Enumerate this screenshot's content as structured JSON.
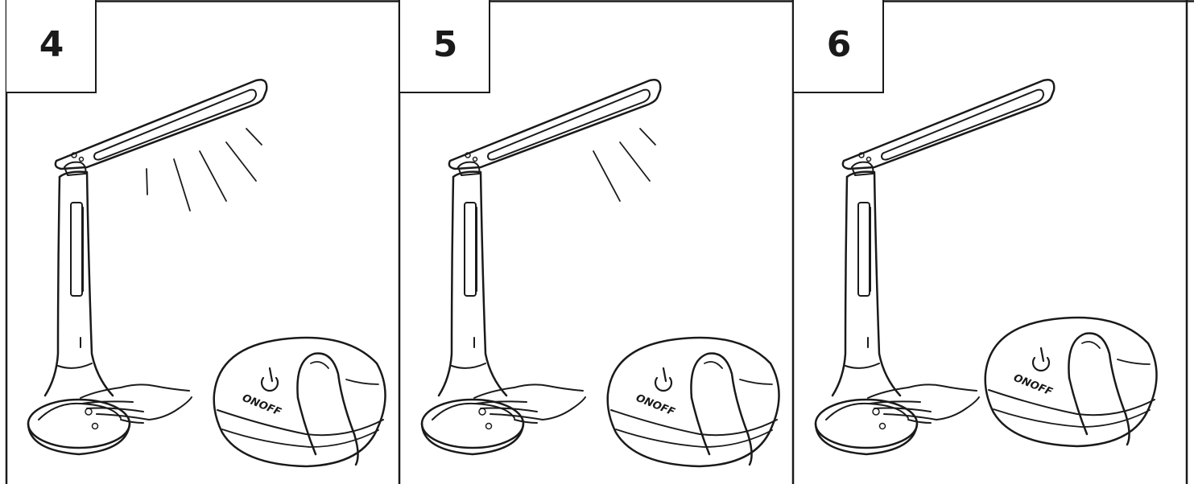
{
  "colors": {
    "line": "#1a1a1a",
    "background": "#ffffff"
  },
  "panels": [
    {
      "step": "4",
      "button_label": "ONOFF",
      "light_rays": 5,
      "icons": [
        "power-icon",
        "brightness-icon"
      ]
    },
    {
      "step": "5",
      "button_label": "ONOFF",
      "light_rays": 3,
      "icons": [
        "power-icon",
        "brightness-icon"
      ]
    },
    {
      "step": "6",
      "button_label": "ONOFF",
      "light_rays": 0,
      "icons": [
        "power-icon",
        "brightness-icon"
      ]
    }
  ]
}
